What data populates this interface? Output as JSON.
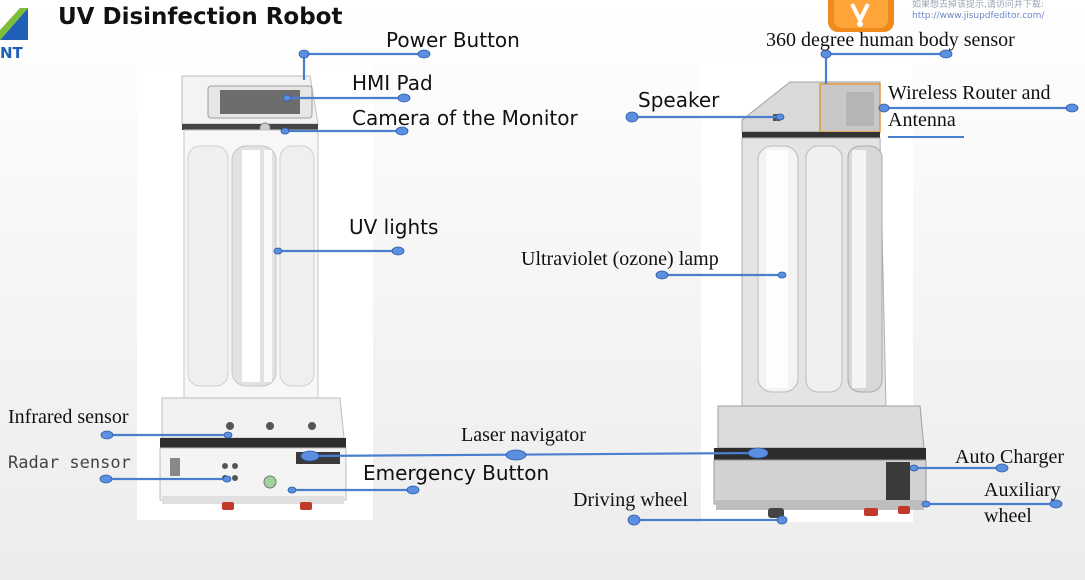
{
  "title": "UV Disinfection Robot",
  "logo": {
    "icon": "company-logo",
    "visible_text": "NT"
  },
  "watermark": {
    "line1": "如果想去掉该提示,请访问并下载:",
    "url": "http://www.jisupdfeditor.com/"
  },
  "labels": {
    "power_button": "Power Button",
    "hmi_pad": "HMI Pad",
    "camera": "Camera of the Monitor",
    "uv_lights": "UV lights",
    "infrared_sensor": "Infrared sensor",
    "radar_sensor": "Radar sensor",
    "emergency_button": "Emergency Button",
    "laser_navigator": "Laser navigator",
    "body_sensor": "360 degree human body sensor",
    "speaker": "Speaker",
    "router_line1": "Wireless Router and",
    "router_line2": "Antenna",
    "ozone_lamp": "Ultraviolet (ozone) lamp",
    "auto_charger": "Auto Charger",
    "auxiliary_line1": "Auxiliary",
    "auxiliary_line2": "wheel",
    "driving_wheel": "Driving wheel"
  },
  "colors": {
    "leader": "#4a7fd0",
    "dot": "#5b8fe0",
    "robot_white": "#f7f7f7",
    "robot_gray": "#d8d8d8",
    "underline": "#4a7fd0"
  }
}
